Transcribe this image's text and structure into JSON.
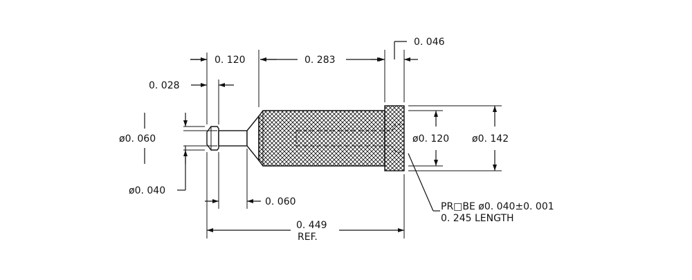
{
  "dimensions": {
    "tip_width": "0. 028",
    "head_length": "0. 120",
    "barrel_length": "0. 283",
    "flange_width": "0. 046",
    "tip_diameter": "ø0. 060",
    "neck_diameter": "ø0. 040",
    "neck_length": "0. 060",
    "barrel_diameter": "ø0. 120",
    "flange_diameter": "ø0. 142",
    "overall_length": "0. 449",
    "overall_length_note": "REF."
  },
  "callout": {
    "line1": "PR□BE ø0. 040±0. 001",
    "line2": "0. 245 LENGTH"
  }
}
